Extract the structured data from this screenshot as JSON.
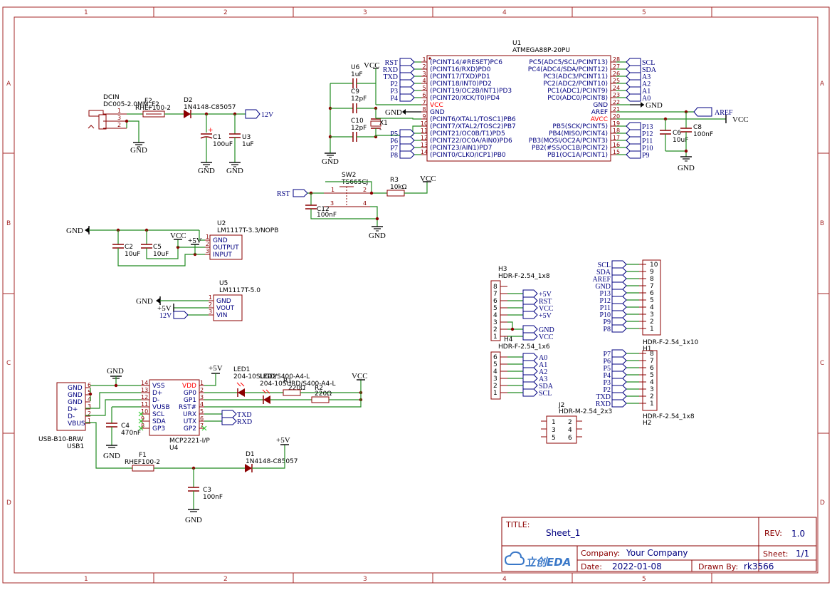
{
  "frame": {
    "columns": [
      "1",
      "2",
      "3",
      "4",
      "5"
    ],
    "rows": [
      "A",
      "B",
      "C",
      "D"
    ]
  },
  "mcu": {
    "ref": "U1",
    "value": "ATMEGA88P-20PU",
    "left_pins": [
      {
        "num": "1",
        "name": "(PCINT14/#RESET)PC6",
        "net": "RST"
      },
      {
        "num": "2",
        "name": "(PCINT16/RXD)PD0",
        "net": "RXD"
      },
      {
        "num": "3",
        "name": "(PCINT17/TXD)PD1",
        "net": "TXD"
      },
      {
        "num": "4",
        "name": "(PCINT18/INT0)PD2",
        "net": "P2"
      },
      {
        "num": "5",
        "name": "(PCINT19/OC2B/INT1)PD3",
        "net": "P3"
      },
      {
        "num": "6",
        "name": "(PCINT20/XCK/T0)PD4",
        "net": "P4"
      },
      {
        "num": "7",
        "name": "VCC",
        "net": ""
      },
      {
        "num": "8",
        "name": "GND",
        "net": ""
      },
      {
        "num": "9",
        "name": "(PCINT6/XTAL1/TOSC1)PB6",
        "net": ""
      },
      {
        "num": "10",
        "name": "(PCINT7/XTAL2/TOSC2)PB7",
        "net": ""
      },
      {
        "num": "11",
        "name": "(PCINT21/OC0B/T1)PD5",
        "net": "P5"
      },
      {
        "num": "12",
        "name": "(PCINT22/OC0A/AIN0)PD6",
        "net": "P6"
      },
      {
        "num": "13",
        "name": "(PCINT23/AIN1)PD7",
        "net": "P7"
      },
      {
        "num": "14",
        "name": "(PCINT0/CLKO/ICP1)PB0",
        "net": "P8"
      }
    ],
    "right_pins": [
      {
        "num": "28",
        "name": "PC5(ADC5/SCL/PCINT13)",
        "net": "SCL"
      },
      {
        "num": "27",
        "name": "PC4(ADC4/SDA/PCINT12)",
        "net": "SDA"
      },
      {
        "num": "26",
        "name": "PC3(ADC3/PCINT11)",
        "net": "A3"
      },
      {
        "num": "25",
        "name": "PC2(ADC2/PCINT10)",
        "net": "A2"
      },
      {
        "num": "24",
        "name": "PC1(ADC1/PCINT9)",
        "net": "A1"
      },
      {
        "num": "23",
        "name": "PC0(ADC0/PCINT8)",
        "net": "A0"
      },
      {
        "num": "22",
        "name": "GND",
        "net": ""
      },
      {
        "num": "21",
        "name": "AREF",
        "net": ""
      },
      {
        "num": "20",
        "name": "AVCC",
        "net": ""
      },
      {
        "num": "19",
        "name": "PB5(SCK/PCINT5)",
        "net": "P13"
      },
      {
        "num": "18",
        "name": "PB4(MISO/PCINT4)",
        "net": "P12"
      },
      {
        "num": "17",
        "name": "PB3(MOSI/OC2A/PCINT3)",
        "net": "P11"
      },
      {
        "num": "16",
        "name": "PB2(#SS/OC1B/PCINT2)",
        "net": "P10"
      },
      {
        "num": "15",
        "name": "PB1(OC1A/PCINT1)",
        "net": "P9"
      }
    ]
  },
  "components": {
    "dcin": {
      "ref": "DCIN",
      "value": "DC005-2.0MM_F2",
      "pins": [
        "1",
        "3",
        "2"
      ]
    },
    "f2": {
      "ref": "F2",
      "value": "RHEF100-2"
    },
    "d2": {
      "ref": "D2",
      "value": "1N4148-C85057"
    },
    "c1": {
      "ref": "C1",
      "value": "100uF"
    },
    "u3": {
      "ref": "U3",
      "value": "1uF"
    },
    "u6": {
      "ref": "U6",
      "value": "1uF"
    },
    "c9": {
      "ref": "C9",
      "value": "12pF"
    },
    "c10": {
      "ref": "C10",
      "value": "12pF"
    },
    "x1": {
      "ref": "X1"
    },
    "c6": {
      "ref": "C6",
      "value": "10uF"
    },
    "c8": {
      "ref": "C8",
      "value": "100nF"
    },
    "sw2": {
      "ref": "SW2",
      "value": "TS665CJ",
      "pins": [
        "1",
        "2",
        "3",
        "4"
      ]
    },
    "r3": {
      "ref": "R3",
      "value": "10kΩ"
    },
    "c12": {
      "ref": "C12",
      "value": "100nF"
    },
    "u2": {
      "ref": "U2",
      "value": "LM1117T-3.3/NOPB",
      "pins": [
        {
          "num": "1",
          "name": "GND"
        },
        {
          "num": "2",
          "name": "OUTPUT"
        },
        {
          "num": "3",
          "name": "INPUT"
        }
      ]
    },
    "c2": {
      "ref": "C2",
      "value": "10uF"
    },
    "c5": {
      "ref": "C5",
      "value": "10uF"
    },
    "u5": {
      "ref": "U5",
      "value": "LM1117T-5.0",
      "pins": [
        {
          "num": "1",
          "name": "GND"
        },
        {
          "num": "2",
          "name": "VOUT"
        },
        {
          "num": "3",
          "name": "VIN"
        }
      ]
    },
    "usb1": {
      "ref": "USB1",
      "value": "USB-B10-BRW",
      "pins": [
        {
          "num": "6",
          "name": "GND"
        },
        {
          "num": "5",
          "name": "GND"
        },
        {
          "num": "4",
          "name": "GND"
        },
        {
          "num": "3",
          "name": "D+"
        },
        {
          "num": "2",
          "name": "D-"
        },
        {
          "num": "1",
          "name": "VBUS"
        }
      ]
    },
    "u4": {
      "ref": "U4",
      "value": "MCP2221-I/P",
      "left_pins": [
        {
          "num": "14",
          "name": "VSS"
        },
        {
          "num": "13",
          "name": "D+"
        },
        {
          "num": "12",
          "name": "D-"
        },
        {
          "num": "11",
          "name": "VUSB"
        },
        {
          "num": "10",
          "name": "SCL"
        },
        {
          "num": "9",
          "name": "SDA"
        },
        {
          "num": "8",
          "name": "GP3"
        }
      ],
      "right_pins": [
        {
          "num": "1",
          "name": "VDD"
        },
        {
          "num": "2",
          "name": "GP0"
        },
        {
          "num": "3",
          "name": "GP1"
        },
        {
          "num": "4",
          "name": "RST#"
        },
        {
          "num": "5",
          "name": "URX"
        },
        {
          "num": "6",
          "name": "UTX"
        },
        {
          "num": "7",
          "name": "GP2"
        }
      ]
    },
    "c4": {
      "ref": "C4",
      "value": "470nF"
    },
    "led1": {
      "ref": "LED1",
      "value": "204-10SUGD/S400-A4-L"
    },
    "led2": {
      "ref": "LED2",
      "value": "204-10SURD/S400-A4-L"
    },
    "r1": {
      "ref": "R1",
      "value": "220Ω"
    },
    "r2": {
      "ref": "R2",
      "value": "220Ω"
    },
    "f1": {
      "ref": "F1",
      "value": "RHEF100-2"
    },
    "d1": {
      "ref": "D1",
      "value": "1N4148-C85057"
    },
    "c3": {
      "ref": "C3",
      "value": "100nF"
    },
    "h3": {
      "ref": "H3",
      "value": "HDR-F-2.54_1x8",
      "pins": [
        "8",
        "7",
        "6",
        "5",
        "4",
        "3",
        "2",
        "1"
      ],
      "nets": [
        "",
        "+5V",
        "RST",
        "VCC",
        "+5V",
        "",
        "GND",
        "VCC"
      ]
    },
    "h4": {
      "ref": "H4",
      "value": "HDR-F-2.54_1x6",
      "pins": [
        "6",
        "5",
        "4",
        "3",
        "2",
        "1"
      ],
      "nets": [
        "A0",
        "A1",
        "A2",
        "A3",
        "SDA",
        "SCL"
      ]
    },
    "h1": {
      "ref": "H1",
      "value": "HDR-F-2.54_1x10",
      "pins": [
        "10",
        "9",
        "8",
        "7",
        "6",
        "5",
        "4",
        "3",
        "2",
        "1"
      ],
      "nets": [
        "SCL",
        "SDA",
        "AREF",
        "GND",
        "P13",
        "P12",
        "P11",
        "P10",
        "P9",
        "P8"
      ]
    },
    "h2": {
      "ref": "H2",
      "value": "HDR-F-2.54_1x8",
      "pins": [
        "8",
        "7",
        "6",
        "5",
        "4",
        "3",
        "2",
        "1"
      ],
      "nets": [
        "P7",
        "P6",
        "P5",
        "P4",
        "P3",
        "P2",
        "TXD",
        "RXD"
      ]
    },
    "j2": {
      "ref": "J2",
      "value": "HDR-M-2.54_2x3",
      "pins": [
        "1",
        "2",
        "3",
        "4",
        "5",
        "6"
      ]
    }
  },
  "nets": {
    "v12": "12V",
    "gnd": "GND",
    "vcc": "VCC",
    "p5v": "+5V",
    "aref": "AREF",
    "rst": "RST",
    "txd": "TXD",
    "rxd": "RXD",
    "plus": "+",
    "minus": "-"
  },
  "title_block": {
    "title_label": "TITLE:",
    "title": "Sheet_1",
    "rev_label": "REV:",
    "rev": "1.0",
    "company_label": "Company:",
    "company": "Your Company",
    "sheet_label": "Sheet:",
    "sheet": "1/1",
    "date_label": "Date:",
    "date": "2022-01-08",
    "drawn_label": "Drawn By:",
    "drawn": "rk3566",
    "logo": "立创EDA"
  },
  "colors": {
    "frame": "#a52a2a",
    "wire": "#228b22",
    "net_label": "#000080",
    "component": "#8b0000",
    "power_pin": "#ff0000"
  }
}
